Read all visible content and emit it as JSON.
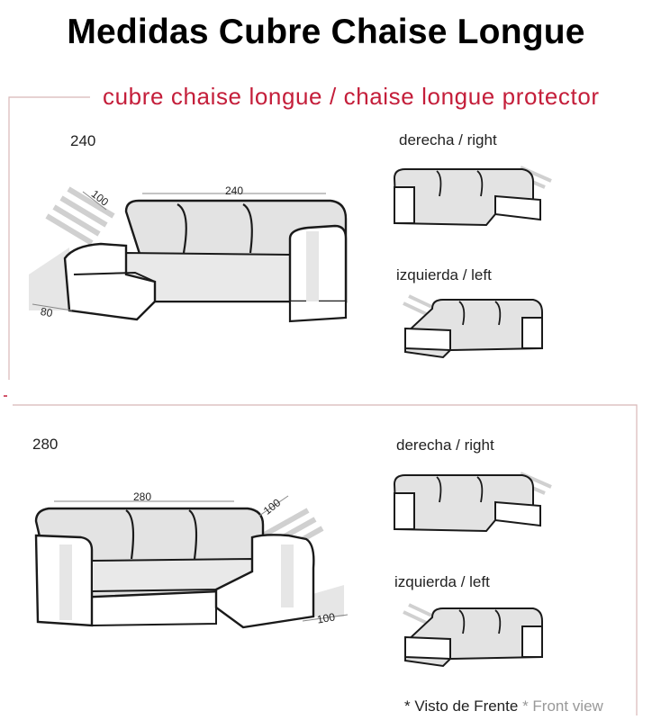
{
  "title": "Medidas Cubre Chaise Longue",
  "subtitle": "cubre chaise longue / chaise longue protector",
  "section_240": {
    "size": "240",
    "dim_width": "240",
    "dim_depth": "100",
    "dim_chaise": "80",
    "right_label": "derecha / right",
    "left_label": "izquierda / left"
  },
  "section_280": {
    "size": "280",
    "dim_width": "280",
    "dim_depth": "100",
    "dim_chaise": "100",
    "right_label": "derecha / right",
    "left_label": "izquierda / left"
  },
  "footer": {
    "spanish": "* Visto de  Frente",
    "english": "* Front view"
  },
  "colors": {
    "accent": "#c41e3a",
    "outline": "#1a1a1a",
    "cover": "#e3e3e3",
    "frame": "#d8b7b7"
  }
}
